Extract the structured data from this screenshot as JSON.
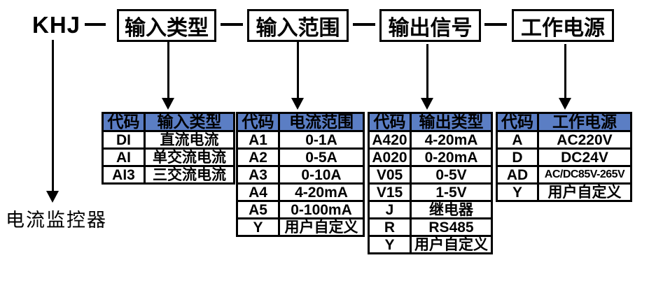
{
  "prefix": "KHJ",
  "prefix_description": "电流监控器",
  "fields": [
    {
      "label": "输入类型",
      "table": {
        "headers": [
          "代码",
          "输入类型"
        ],
        "rows": [
          [
            "DI",
            "直流电流"
          ],
          [
            "AI",
            "单交流电流"
          ],
          [
            "AI3",
            "三交流电流"
          ]
        ]
      }
    },
    {
      "label": "输入范围",
      "table": {
        "headers": [
          "代码",
          "电流范围"
        ],
        "rows": [
          [
            "A1",
            "0-1A"
          ],
          [
            "A2",
            "0-5A"
          ],
          [
            "A3",
            "0-10A"
          ],
          [
            "A4",
            "4-20mA"
          ],
          [
            "A5",
            "0-100mA"
          ],
          [
            "Y",
            "用户自定义"
          ]
        ]
      }
    },
    {
      "label": "输出信号",
      "table": {
        "headers": [
          "代码",
          "输出类型"
        ],
        "rows": [
          [
            "A420",
            "4-20mA"
          ],
          [
            "A020",
            "0-20mA"
          ],
          [
            "V05",
            "0-5V"
          ],
          [
            "V15",
            "1-5V"
          ],
          [
            "J",
            "继电器"
          ],
          [
            "R",
            "RS485"
          ],
          [
            "Y",
            "用户自定义"
          ]
        ]
      }
    },
    {
      "label": "工作电源",
      "table": {
        "headers": [
          "代码",
          "工作电源"
        ],
        "rows": [
          [
            "A",
            "AC220V"
          ],
          [
            "D",
            "DC24V"
          ],
          [
            "AD",
            "AC/DC85V-265V"
          ],
          [
            "Y",
            "用户自定义"
          ]
        ]
      }
    }
  ],
  "colors": {
    "header_bg": "#5b7ec4",
    "border": "#000000",
    "text": "#000000",
    "background": "#ffffff"
  }
}
